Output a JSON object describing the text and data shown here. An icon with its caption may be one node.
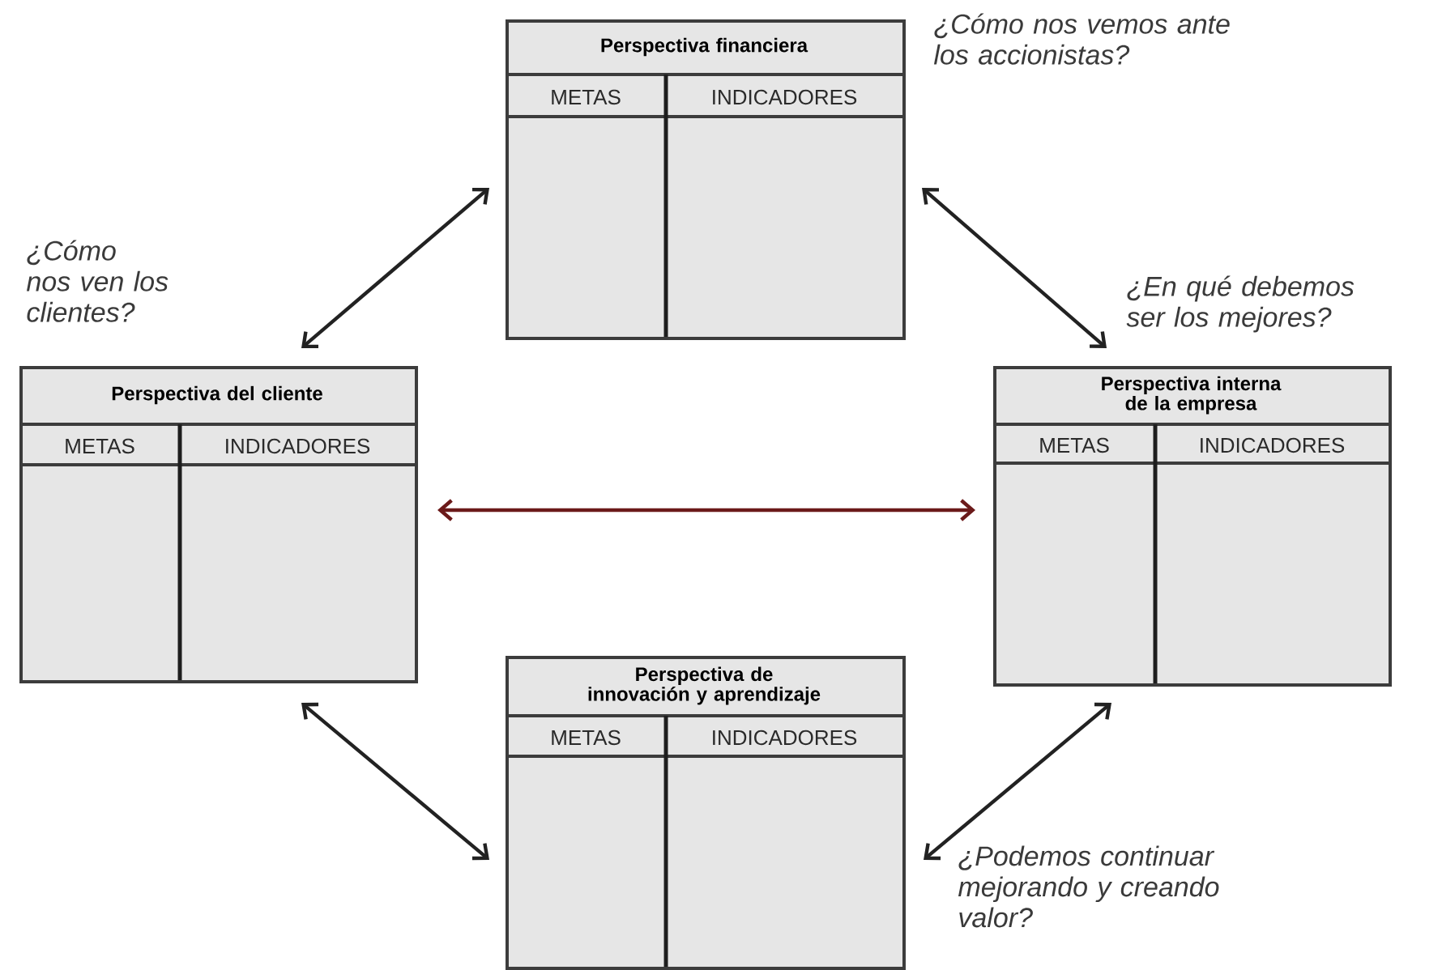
{
  "diagram": {
    "nodes": [
      {
        "text": [
          "Perspectiva financiera",
          "METAS",
          "INDICADORES"
        ],
        "beside": [
          "¿Cómo nos vemos ante los accionistas?"
        ]
      },
      {
        "text": [
          "Perspectiva del cliente",
          "METAS",
          "INDICADORES"
        ],
        "beside": [
          "¿Cómo nos ven los clientes?"
        ]
      },
      {
        "text": [
          "Perspectiva interna de la empresa",
          "METAS",
          "INDICADORES"
        ],
        "beside": [
          "¿En qué debemos ser los mejores?"
        ]
      },
      {
        "text": [
          "Perspectiva de innovación y aprendizaje",
          "METAS",
          "INDICADORES"
        ],
        "beside": [
          "¿Podemos continuar mejorando y creando valor?"
        ]
      }
    ],
    "edges": [
      {
        "from": 0,
        "to": 1,
        "arrow": "both"
      },
      {
        "from": 0,
        "to": 2,
        "arrow": "both"
      },
      {
        "from": 1,
        "to": 2,
        "arrow": "both",
        "color": "#6b1a1a"
      },
      {
        "from": 1,
        "to": 3,
        "arrow": "both"
      },
      {
        "from": 2,
        "to": 3,
        "arrow": "both"
      }
    ]
  }
}
